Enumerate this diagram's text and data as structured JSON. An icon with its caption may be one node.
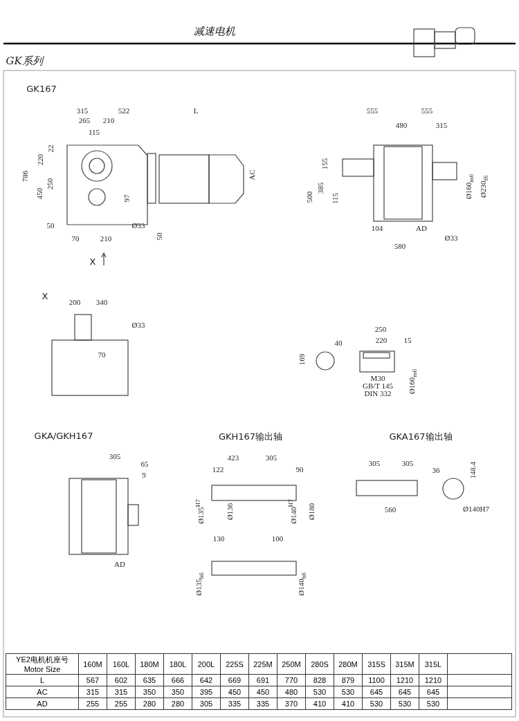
{
  "diagram": {
    "labels": [
      "减速电机",
      "GK系列",
      "GK167",
      "315",
      "522",
      "L",
      "265",
      "210",
      "115",
      "22",
      "220",
      "786",
      "250",
      "450",
      "97",
      "AC",
      "50",
      "Ø33",
      "50",
      "70",
      "210",
      "X",
      "555",
      "555",
      "480",
      "315",
      "155",
      "385",
      "500",
      "115",
      "Ø160$_{m6}$",
      "Ø230$_{f6}$",
      "104",
      "AD",
      "Ø33",
      "580",
      "X",
      "200",
      "340",
      "Ø33",
      "70",
      "40",
      "169",
      "250",
      "220",
      "15",
      "M30",
      "GB/T 145",
      "DIN 332",
      "Ø160$_{m6}$",
      "GKA/GKH167",
      "GKH167输出轴",
      "GKA167输出轴",
      "305",
      "65",
      "9",
      "AD",
      "423",
      "305",
      "122",
      "90",
      "Ø135$^{H7}$",
      "Ø136",
      "Ø140$^{H7}$",
      "Ø180",
      "130",
      "100",
      "Ø135$_{h6}$",
      "Ø140$_{h6}$",
      "305",
      "305",
      "36",
      "148.4",
      "560",
      "Ø140H7",
      "YE2电机机座号 Motor Size",
      "160M",
      "160L",
      "180M",
      "180L",
      "200L",
      "225S",
      "225M",
      "250M",
      "280S",
      "280M",
      "315S",
      "315M",
      "315L",
      "L",
      "567",
      "602",
      "635",
      "666",
      "642",
      "669",
      "691",
      "770",
      "828",
      "879",
      "1100",
      "1210",
      "1210",
      "AC",
      "315",
      "315",
      "350",
      "350",
      "395",
      "450",
      "450",
      "480",
      "530",
      "530",
      "645",
      "645",
      "645",
      "AD",
      "255",
      "255",
      "280",
      "280",
      "305",
      "335",
      "335",
      "370",
      "410",
      "410",
      "530",
      "530",
      "530"
    ]
  }
}
